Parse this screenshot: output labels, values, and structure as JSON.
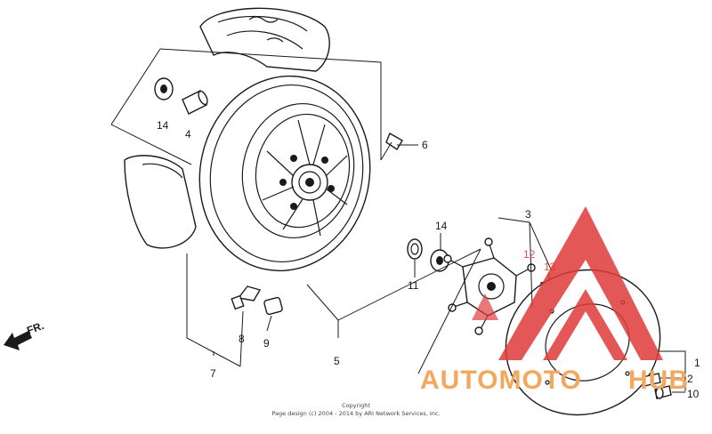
{
  "callouts": {
    "c1": "1",
    "c2": "2",
    "c3": "3",
    "c4": "4",
    "c5": "5",
    "c6": "6",
    "c7": "7",
    "c8": "8",
    "c9": "9",
    "c10": "10",
    "c11": "11",
    "c12": "12",
    "c13": "13",
    "c14a": "14",
    "c14b": "14"
  },
  "direction_label": "FR.",
  "watermark": {
    "text_left": "AUTOMOTO",
    "text_right": "HUB",
    "color_red": "#e03a3a",
    "color_orange": "#f3a85f"
  },
  "copyright": {
    "line1": "Copyright",
    "line2": "Page design (c) 2004 - 2014 by ARI Network Services, Inc."
  }
}
